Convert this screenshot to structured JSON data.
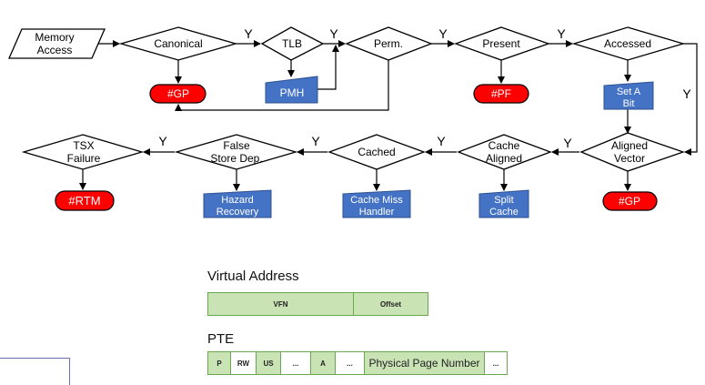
{
  "flow": {
    "start": "Memory Access",
    "decisions": {
      "canonical": "Canonical",
      "tlb": "TLB",
      "perm": "Perm.",
      "present": "Present",
      "accessed": "Accessed",
      "aligned_vector": "Aligned Vector",
      "cache_aligned": "Cache Aligned",
      "cached": "Cached",
      "false_store_dep": "False Store Dep.",
      "tsx_failure": "TSX Failure"
    },
    "faults": {
      "gp_canonical": "#GP",
      "pf": "#PF",
      "gp_aligned": "#GP",
      "rtm": "#RTM"
    },
    "actions": {
      "pmh": "PMH",
      "set_a_bit": "Set A Bit",
      "split_cache": "Split Cache",
      "cache_miss_handler": "Cache Miss Handler",
      "hazard_recovery": "Hazard Recovery"
    },
    "yes_label": "Y"
  },
  "colors": {
    "fault_fill": "#ff0000",
    "action_fill": "#4472c4",
    "field_fill": "#c9e3b5",
    "field_border": "#6aa84f"
  },
  "virtual_address": {
    "title": "Virtual Address",
    "fields": [
      "VFN",
      "Offset"
    ]
  },
  "pte": {
    "title": "PTE",
    "fields": [
      "P",
      "RW",
      "US",
      "...",
      "A",
      "...",
      "Physical Page Number",
      "..."
    ]
  }
}
